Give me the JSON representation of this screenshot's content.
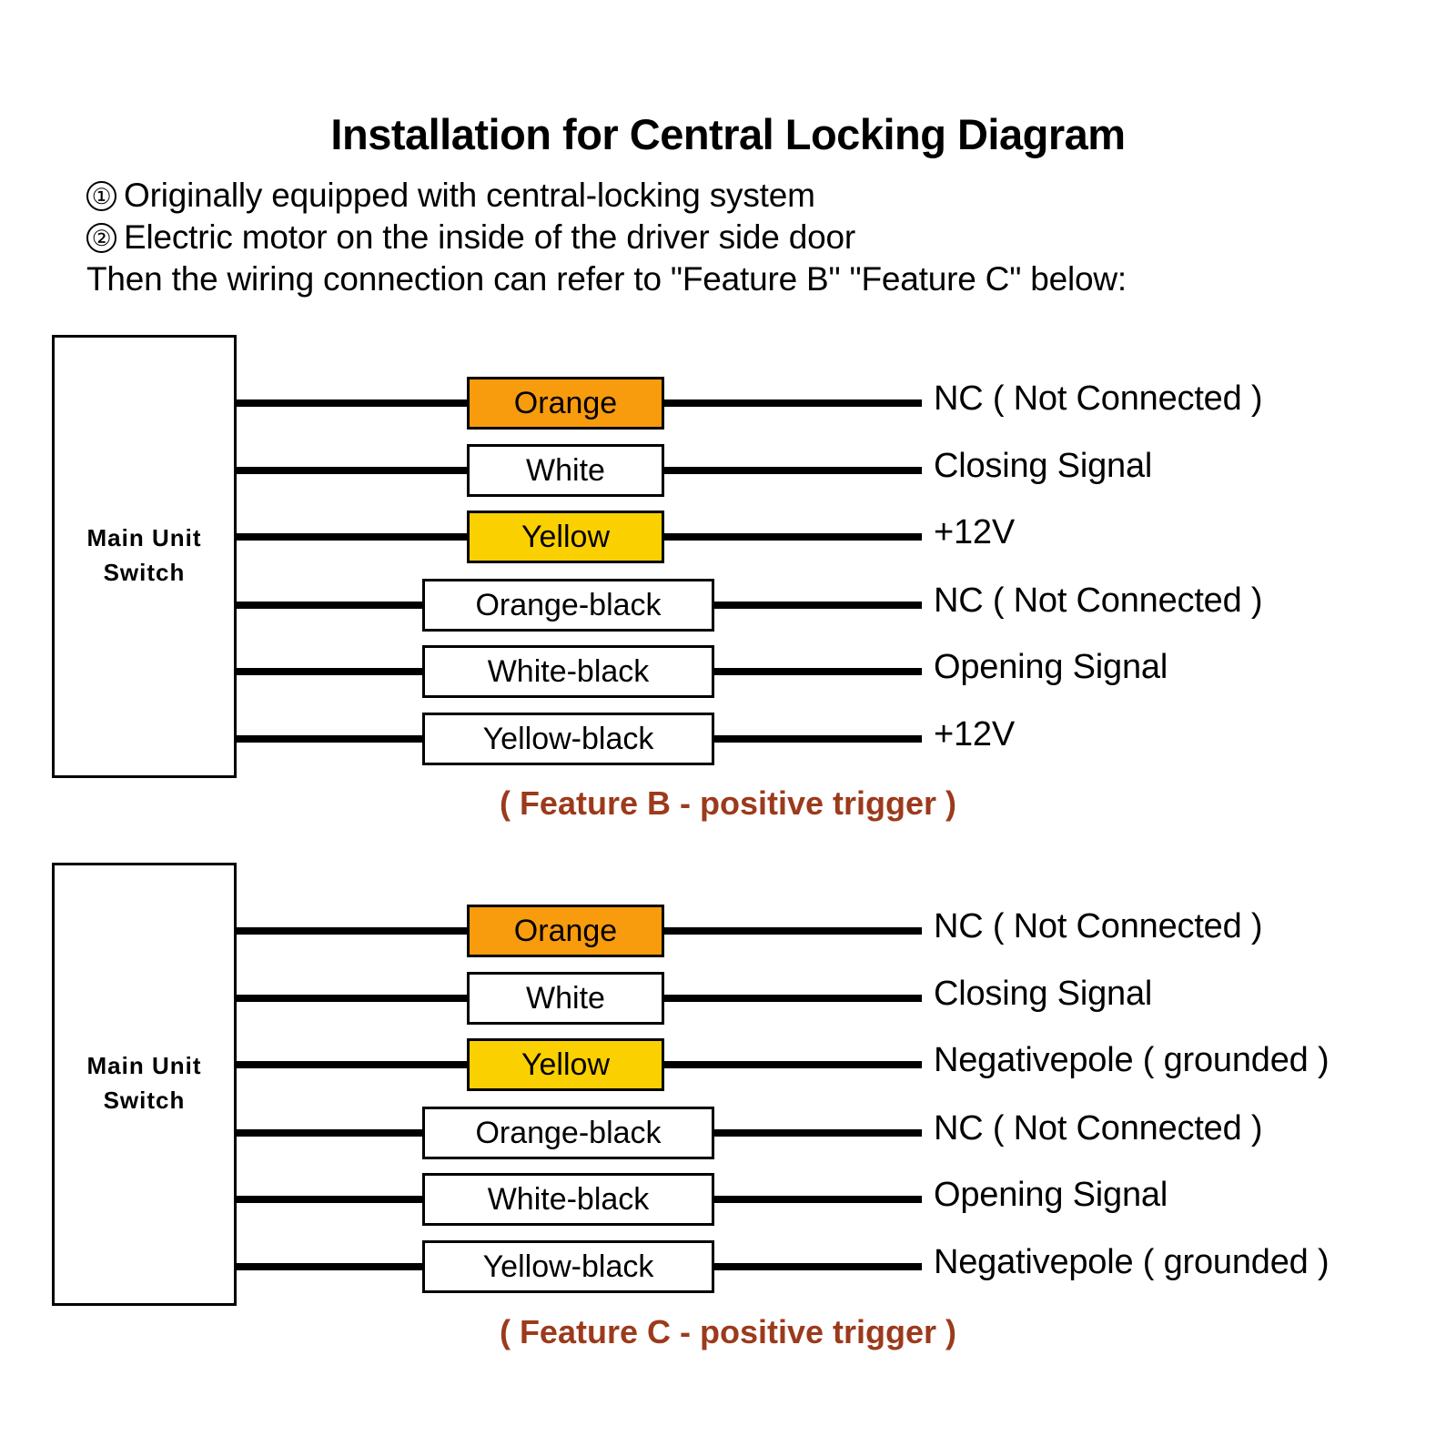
{
  "title": "Installation for Central Locking Diagram",
  "notes": [
    {
      "marker": "①",
      "text": "Originally equipped with central-locking system"
    },
    {
      "marker": "②",
      "text": "Electric motor on the inside of the driver side door"
    },
    {
      "marker": "",
      "text": "Then the wiring connection can refer to \"Feature B\" \"Feature C\" below:"
    }
  ],
  "colors": {
    "orange": "#F89B0C",
    "yellow": "#FBD000",
    "white": "#FFFFFF",
    "wire": "#000000",
    "caption": "#9C3A1C"
  },
  "diagrams": [
    {
      "id": "feature-b",
      "unit_label_line1": "Main Unit",
      "unit_label_line2": "Switch",
      "caption": "( Feature B - positive trigger )",
      "rows": [
        {
          "wire": "Orange",
          "swatch": "orange",
          "width": "narrow",
          "signal": "NC ( Not Connected )"
        },
        {
          "wire": "White",
          "swatch": "white",
          "width": "narrow",
          "signal": "Closing Signal"
        },
        {
          "wire": "Yellow",
          "swatch": "yellow",
          "width": "narrow",
          "signal": "+12V"
        },
        {
          "wire": "Orange-black",
          "swatch": "white",
          "width": "wide",
          "signal": "NC ( Not Connected )"
        },
        {
          "wire": "White-black",
          "swatch": "white",
          "width": "wide",
          "signal": "Opening Signal"
        },
        {
          "wire": "Yellow-black",
          "swatch": "white",
          "width": "wide",
          "signal": "+12V"
        }
      ]
    },
    {
      "id": "feature-c",
      "unit_label_line1": "Main Unit",
      "unit_label_line2": "Switch",
      "caption": "( Feature C - positive trigger )",
      "rows": [
        {
          "wire": "Orange",
          "swatch": "orange",
          "width": "narrow",
          "signal": "NC ( Not Connected )"
        },
        {
          "wire": "White",
          "swatch": "white",
          "width": "narrow",
          "signal": "Closing Signal"
        },
        {
          "wire": "Yellow",
          "swatch": "yellow",
          "width": "narrow",
          "signal": "Negativepole ( grounded )"
        },
        {
          "wire": "Orange-black",
          "swatch": "white",
          "width": "wide",
          "signal": "NC ( Not Connected )"
        },
        {
          "wire": "White-black",
          "swatch": "white",
          "width": "wide",
          "signal": "Opening Signal"
        },
        {
          "wire": "Yellow-black",
          "swatch": "white",
          "width": "wide",
          "signal": "Negativepole ( grounded )"
        }
      ]
    }
  ],
  "layout": {
    "row_y": [
      88,
      162,
      235,
      310,
      383,
      457
    ],
    "wire_right_end": 1013
  }
}
